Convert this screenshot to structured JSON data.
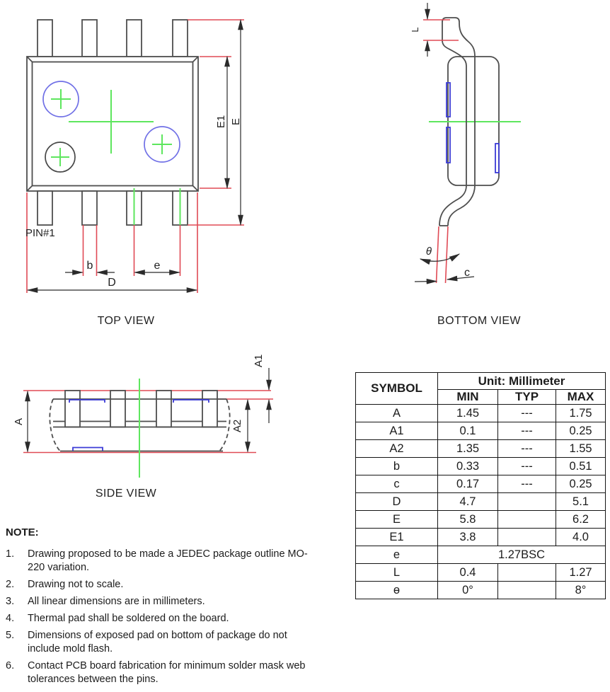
{
  "colors": {
    "red": "#e04a55",
    "green": "#5ee65e",
    "blue-circle": "#7070e6",
    "blue-pad": "#3b3bd6"
  },
  "top_view": {
    "title": "TOP VIEW",
    "pin1_label": "PIN#1",
    "dim_b": "b",
    "dim_e": "e",
    "dim_D": "D",
    "dim_E": "E",
    "dim_E1": "E1"
  },
  "bottom_view": {
    "title": "BOTTOM VIEW",
    "dim_L": "L",
    "dim_theta": "θ",
    "dim_c": "c"
  },
  "side_view": {
    "title": "SIDE VIEW",
    "dim_A": "A",
    "dim_A1": "A1",
    "dim_A2": "A2"
  },
  "table": {
    "header": {
      "symbol": "SYMBOL",
      "unit": "Unit: Millimeter",
      "min": "MIN",
      "typ": "TYP",
      "max": "MAX"
    },
    "rows": [
      {
        "symbol": "A",
        "min": "1.45",
        "typ": "---",
        "max": "1.75"
      },
      {
        "symbol": "A1",
        "min": "0.1",
        "typ": "---",
        "max": "0.25"
      },
      {
        "symbol": "A2",
        "min": "1.35",
        "typ": "---",
        "max": "1.55"
      },
      {
        "symbol": "b",
        "min": "0.33",
        "typ": "---",
        "max": "0.51"
      },
      {
        "symbol": "c",
        "min": "0.17",
        "typ": "---",
        "max": "0.25"
      },
      {
        "symbol": "D",
        "min": "4.7",
        "typ": "",
        "max": "5.1"
      },
      {
        "symbol": "E",
        "min": "5.8",
        "typ": "",
        "max": "6.2"
      },
      {
        "symbol": "E1",
        "min": "3.8",
        "typ": "",
        "max": "4.0"
      },
      {
        "symbol": "e",
        "span": "1.27BSC"
      },
      {
        "symbol": "L",
        "min": "0.4",
        "typ": "",
        "max": "1.27"
      },
      {
        "symbol": "ɵ",
        "min": "0°",
        "typ": "",
        "max": "8°"
      }
    ]
  },
  "notes": {
    "heading": "NOTE:",
    "items": [
      "Drawing proposed to be made a JEDEC package outline MO-220 variation.",
      "Drawing not to scale.",
      "All linear dimensions are in millimeters.",
      "Thermal pad shall be soldered on the board.",
      "Dimensions of exposed pad on bottom of package do not include mold flash.",
      "Contact PCB board fabrication for minimum solder mask web tolerances between the pins."
    ]
  }
}
